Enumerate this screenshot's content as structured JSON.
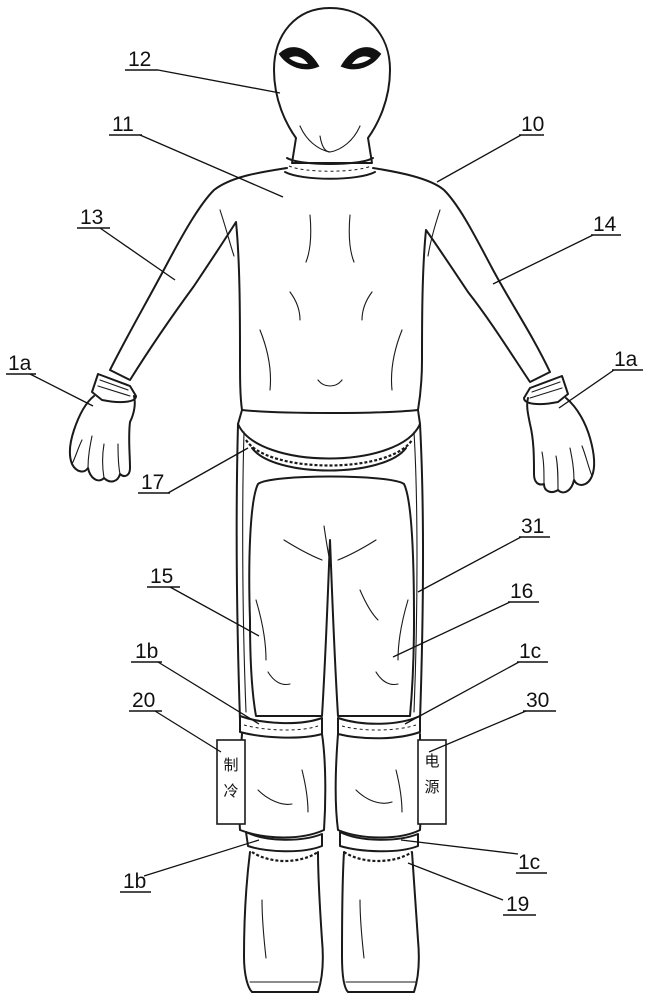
{
  "labels": {
    "l10": "10",
    "l11": "11",
    "l12": "12",
    "l13": "13",
    "l14": "14",
    "l1a_left": "1a",
    "l1a_right": "1a",
    "l17": "17",
    "l31": "31",
    "l15": "15",
    "l16": "16",
    "l1b_upper": "1b",
    "l1c_upper": "1c",
    "l20": "20",
    "l30": "30",
    "l1b_lower": "1b",
    "l1c_lower": "1c",
    "l19": "19"
  },
  "boxes": {
    "cooling": [
      "制",
      "冷"
    ],
    "power": [
      "电",
      "源"
    ]
  }
}
